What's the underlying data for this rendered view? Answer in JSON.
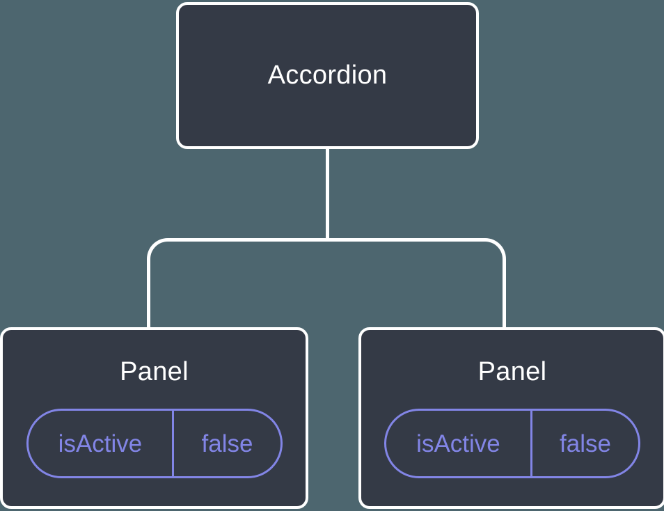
{
  "colors": {
    "background": "#4d666f",
    "node_fill": "#343a46",
    "node_border": "#ffffff",
    "connector": "#ffffff",
    "node_text": "#ffffff",
    "state_accent": "#8285e6"
  },
  "tree": {
    "root": {
      "label": "Accordion"
    },
    "children": [
      {
        "label": "Panel",
        "state": {
          "key": "isActive",
          "value": "false"
        }
      },
      {
        "label": "Panel",
        "state": {
          "key": "isActive",
          "value": "false"
        }
      }
    ]
  }
}
